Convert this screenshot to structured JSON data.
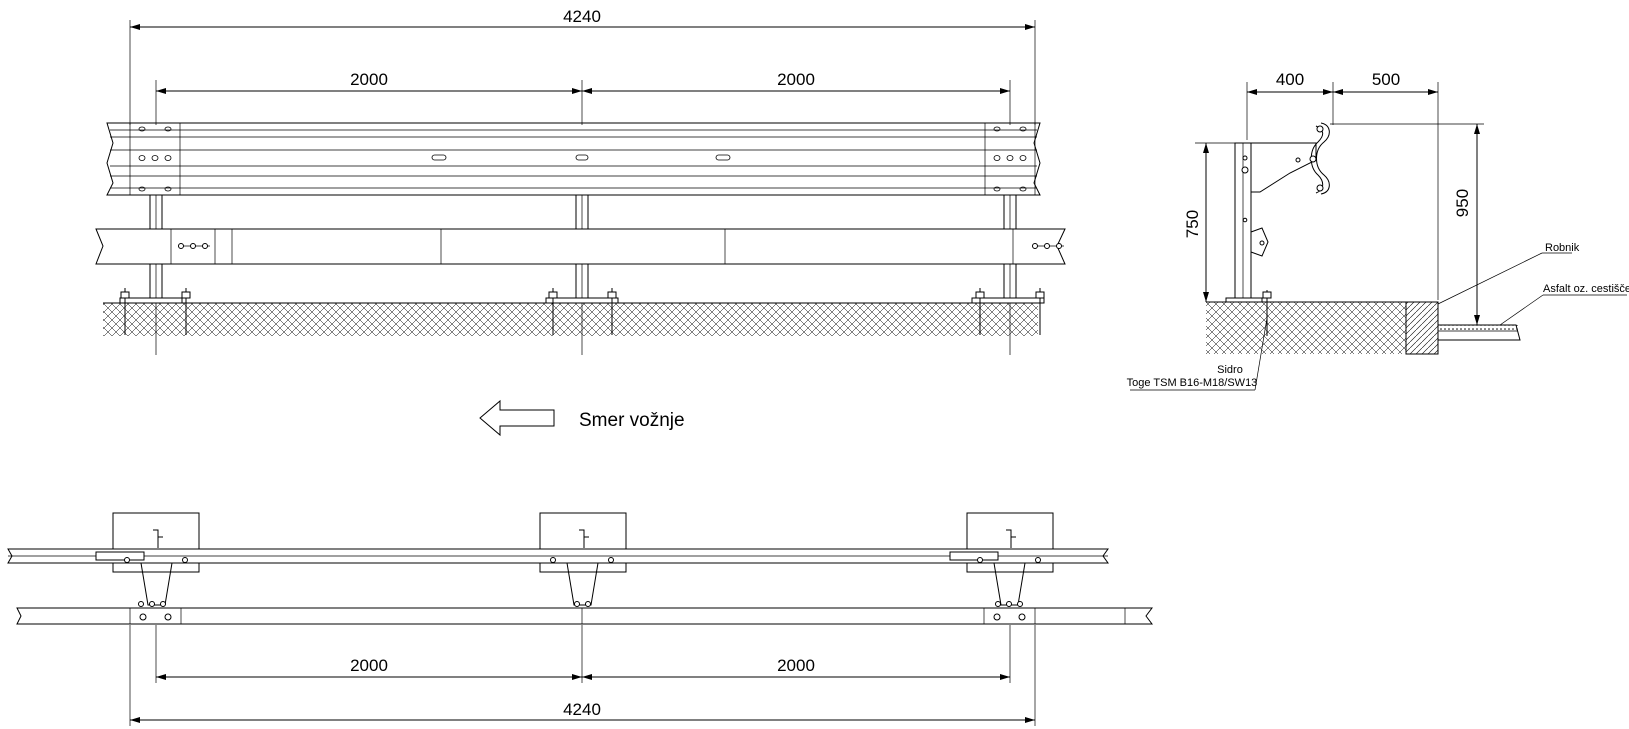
{
  "elevation": {
    "dim_total": "4240",
    "dim_span_left": "2000",
    "dim_span_right": "2000"
  },
  "direction": {
    "label": "Smer vožnje"
  },
  "section": {
    "dim_offset_a": "400",
    "dim_offset_b": "500",
    "dim_height_post": "750",
    "dim_height_total": "950",
    "label_curb": "Robnik",
    "label_asphalt": "Asfalt oz. cestišče",
    "label_anchor_1": "Sidro",
    "label_anchor_2": "Toge TSM B16-M18/SW13"
  },
  "plan": {
    "dim_span_left": "2000",
    "dim_span_right": "2000",
    "dim_total": "4240"
  }
}
